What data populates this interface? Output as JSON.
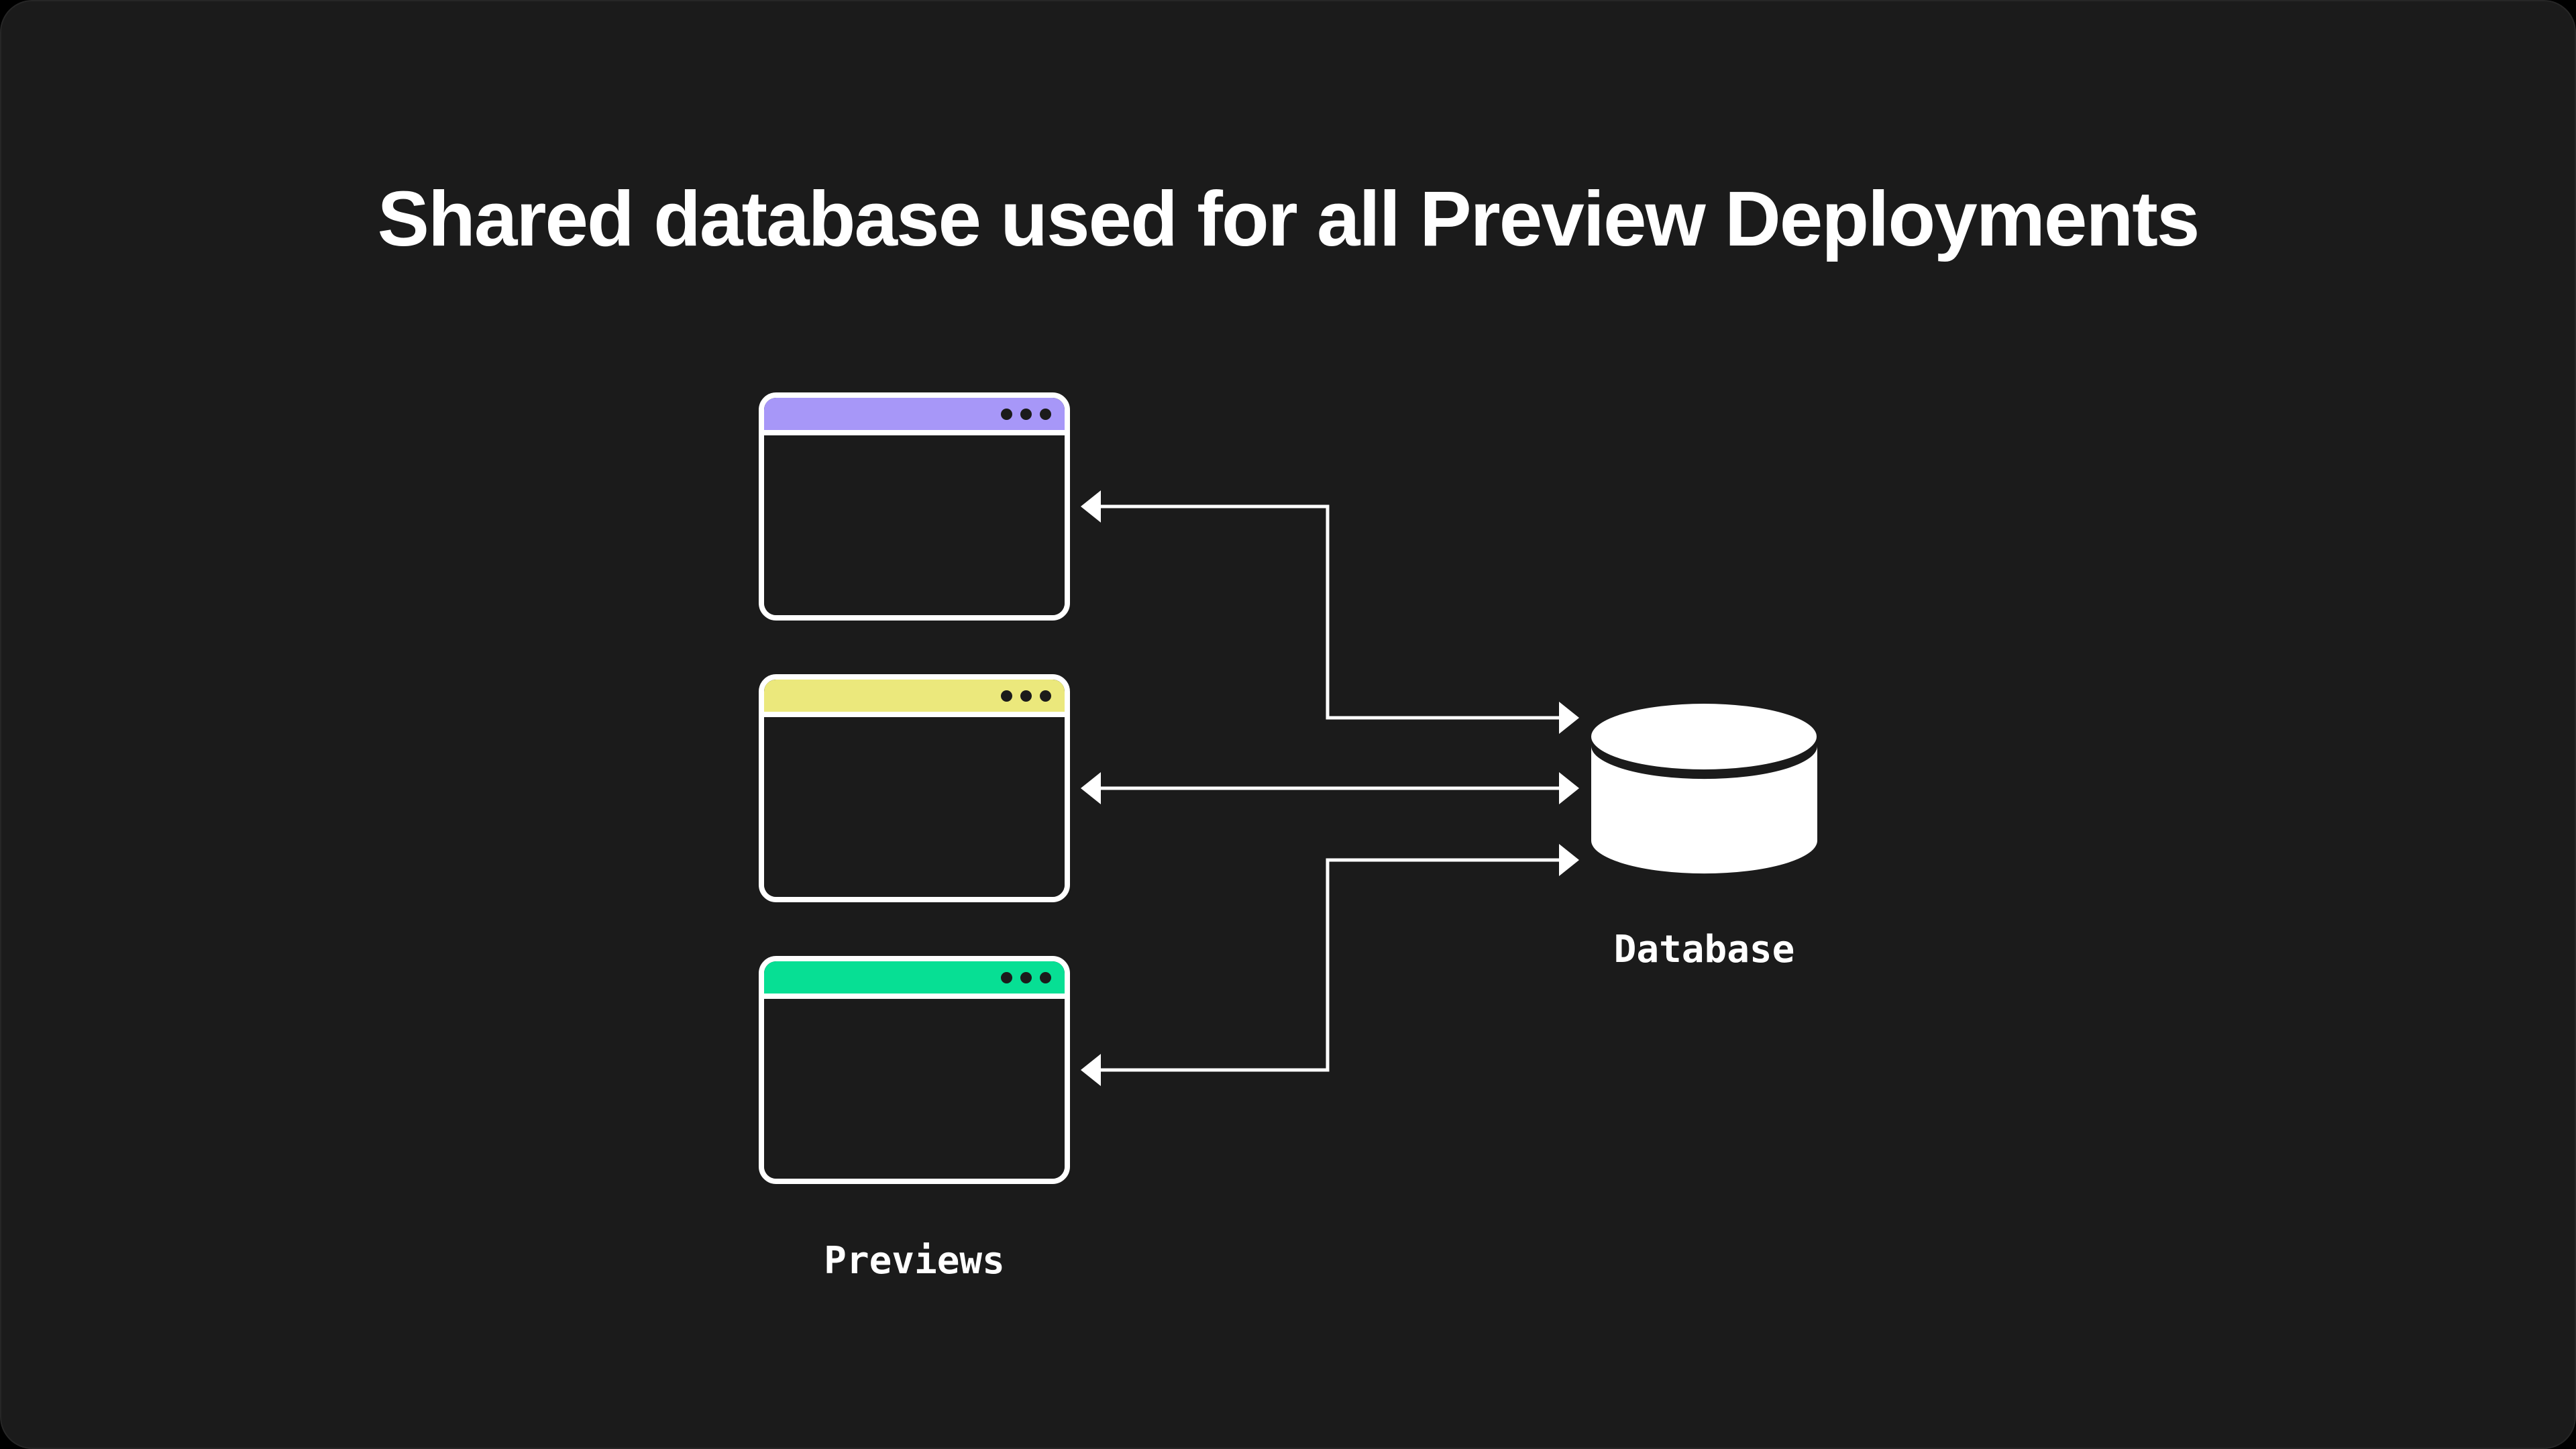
{
  "page": {
    "background": "#1b1b1b",
    "foreground": "#ffffff"
  },
  "title": {
    "text": "Shared database used for all Preview Deployments",
    "color": "#ffffff"
  },
  "previews": {
    "label": "Previews",
    "traffic_dot_color": "#1b1b1b",
    "windows": [
      {
        "id": "preview-window-1",
        "titlebar_color": "#a797f8"
      },
      {
        "id": "preview-window-2",
        "titlebar_color": "#ebe87c"
      },
      {
        "id": "preview-window-3",
        "titlebar_color": "#07df94"
      }
    ]
  },
  "database": {
    "label": "Database",
    "icon": "database-cylinder-icon",
    "color": "#ffffff"
  },
  "arrows": {
    "color": "#ffffff",
    "stroke_width": 5,
    "count": 3,
    "bidirectional": true
  }
}
